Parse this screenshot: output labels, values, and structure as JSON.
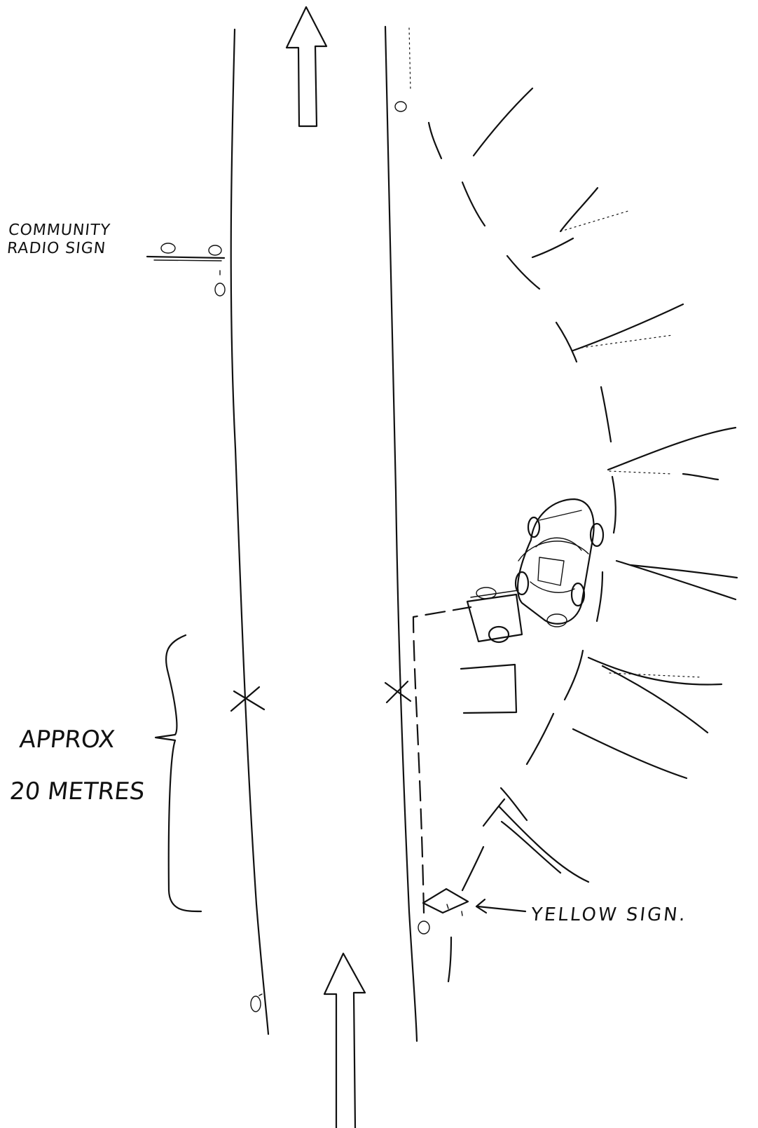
{
  "labels": {
    "community_radio_line1": "COMMUNITY",
    "community_radio_line2": "RADIO SIGN",
    "yellow_sign": "YELLOW SIGN.",
    "distance_line1": "APPROX",
    "distance_line2": "20 METRES"
  }
}
